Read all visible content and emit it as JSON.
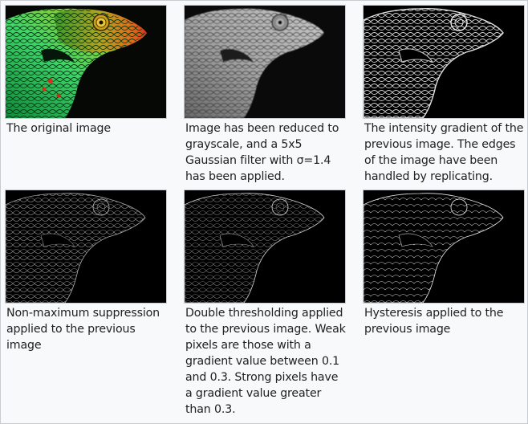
{
  "gallery": {
    "items": [
      {
        "image_name": "original-lizard-image",
        "caption": "The original image"
      },
      {
        "image_name": "grayscale-blurred-lizard-image",
        "caption": "Image has been reduced to grayscale, and a 5x5 Gaussian filter with σ=1.4 has been applied."
      },
      {
        "image_name": "intensity-gradient-lizard-image",
        "caption": "The intensity gradient of the previous image. The edges of the image have been handled by replicating."
      },
      {
        "image_name": "non-maximum-suppression-lizard-image",
        "caption": "Non-maximum suppression applied to the previous image"
      },
      {
        "image_name": "double-threshold-lizard-image",
        "caption": "Double thresholding applied to the previous image. Weak pixels are those with a gradient value between 0.1 and 0.3. Strong pixels have a gradient value greater than 0.3."
      },
      {
        "image_name": "hysteresis-lizard-image",
        "caption": "Hysteresis applied to the previous image"
      }
    ]
  }
}
